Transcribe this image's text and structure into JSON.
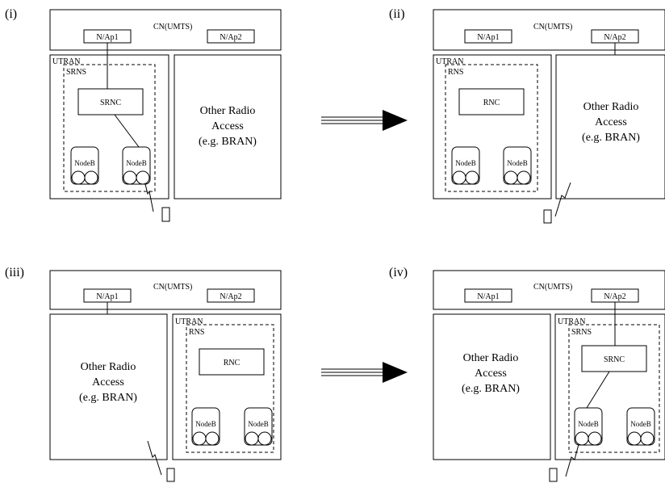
{
  "panels": [
    {
      "label": "(i)",
      "cn": {
        "title": "CN(UMTS)",
        "ap1": "N/Ap1",
        "ap2": "N/Ap2"
      },
      "utran": {
        "title": "UTRAN",
        "subsystem": "SRNS",
        "rnc": "SRNC",
        "nodeb_left": "NodeB",
        "nodeb_right": "NodeB"
      },
      "other": {
        "line1": "Other Radio",
        "line2": "Access",
        "line3": "(e.g. BRAN)"
      }
    },
    {
      "label": "(ii)",
      "cn": {
        "title": "CN(UMTS)",
        "ap1": "N/Ap1",
        "ap2": "N/Ap2"
      },
      "utran": {
        "title": "UTRAN",
        "subsystem": "RNS",
        "rnc": "RNC",
        "nodeb_left": "NodeB",
        "nodeb_right": "NodeB"
      },
      "other": {
        "line1": "Other Radio",
        "line2": "Access",
        "line3": "(e.g. BRAN)"
      }
    },
    {
      "label": "(iii)",
      "cn": {
        "title": "CN(UMTS)",
        "ap1": "N/Ap1",
        "ap2": "N/Ap2"
      },
      "utran": {
        "title": "UTRAN",
        "subsystem": "RNS",
        "rnc": "RNC",
        "nodeb_left": "NodeB",
        "nodeb_right": "NodeB"
      },
      "other": {
        "line1": "Other Radio",
        "line2": "Access",
        "line3": "(e.g. BRAN)"
      }
    },
    {
      "label": "(iv)",
      "cn": {
        "title": "CN(UMTS)",
        "ap1": "N/Ap1",
        "ap2": "N/Ap2"
      },
      "utran": {
        "title": "UTRAN",
        "subsystem": "SRNS",
        "rnc": "SRNC",
        "nodeb_left": "NodeB",
        "nodeb_right": "NodeB"
      },
      "other": {
        "line1": "Other Radio",
        "line2": "Access",
        "line3": "(e.g. BRAN)"
      }
    }
  ],
  "arrow_icon": "double-line-right-arrow"
}
